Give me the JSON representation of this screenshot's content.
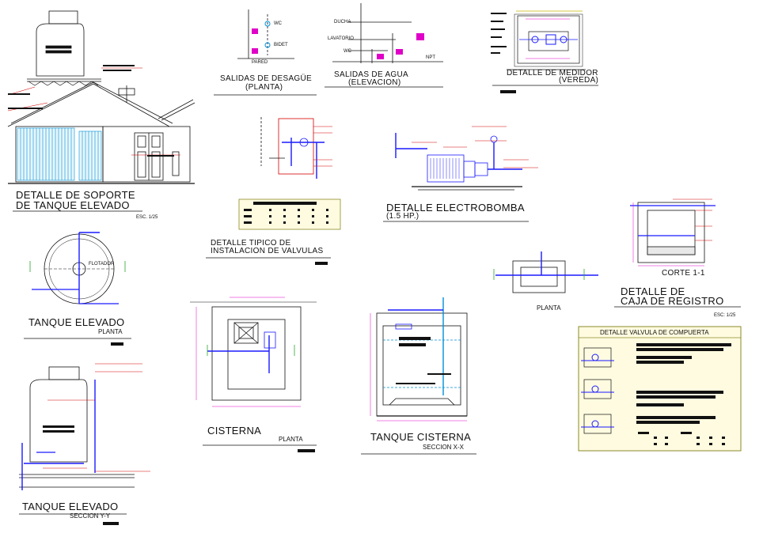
{
  "colors": {
    "line": "#111111",
    "cyan": "#0090d8",
    "blue": "#1a1aff",
    "red": "#d40000",
    "magenta": "#e000c8",
    "green": "#2aa52a",
    "yellow": "#c8b400",
    "olive": "#8a8a2a"
  },
  "soporte": {
    "title1": "DETALLE DE SOPORTE",
    "title2": "DE TANQUE ELEVADO",
    "scale": "ESC. 1/25"
  },
  "desague": {
    "title1": "SALIDAS DE DESAGÜE",
    "title2": "(PLANTA)",
    "wc": "WC",
    "bidet": "BIDET",
    "pared": "PARED"
  },
  "agua": {
    "title1": "SALIDAS DE AGUA",
    "title2": "(ELEVACION)",
    "ducha": "DUCHA",
    "lavatorio": "LAVATORIO",
    "wc": "WC",
    "npt": "NPT"
  },
  "medidor": {
    "title1": "DETALLE DE MEDIDOR",
    "title2": "(VEREDA)"
  },
  "valvulas": {
    "title1": "DETALLE TIPICO DE",
    "title2": "INSTALACION DE VALVULAS"
  },
  "electrobomba": {
    "title1": "DETALLE ELECTROBOMBA",
    "title2": "(1.5 HP.)"
  },
  "caja": {
    "corte": "CORTE 1-1",
    "planta": "PLANTA",
    "title1": "DETALLE DE",
    "title2": "CAJA DE REGISTRO",
    "scale": "ESC: 1/25"
  },
  "tanque_planta": {
    "title": "TANQUE ELEVADO",
    "sub": "PLANTA",
    "flotador": "FLOTADOR"
  },
  "cisterna": {
    "title": "CISTERNA",
    "sub": "PLANTA"
  },
  "tanque_cisterna": {
    "title": "TANQUE CISTERNA",
    "sub": "SECCION X-X"
  },
  "compuerta": {
    "title": "DETALLE VALVULA DE COMPUERTA"
  },
  "tanque_seccion": {
    "title": "TANQUE ELEVADO",
    "sub": "SECCION Y-Y"
  }
}
